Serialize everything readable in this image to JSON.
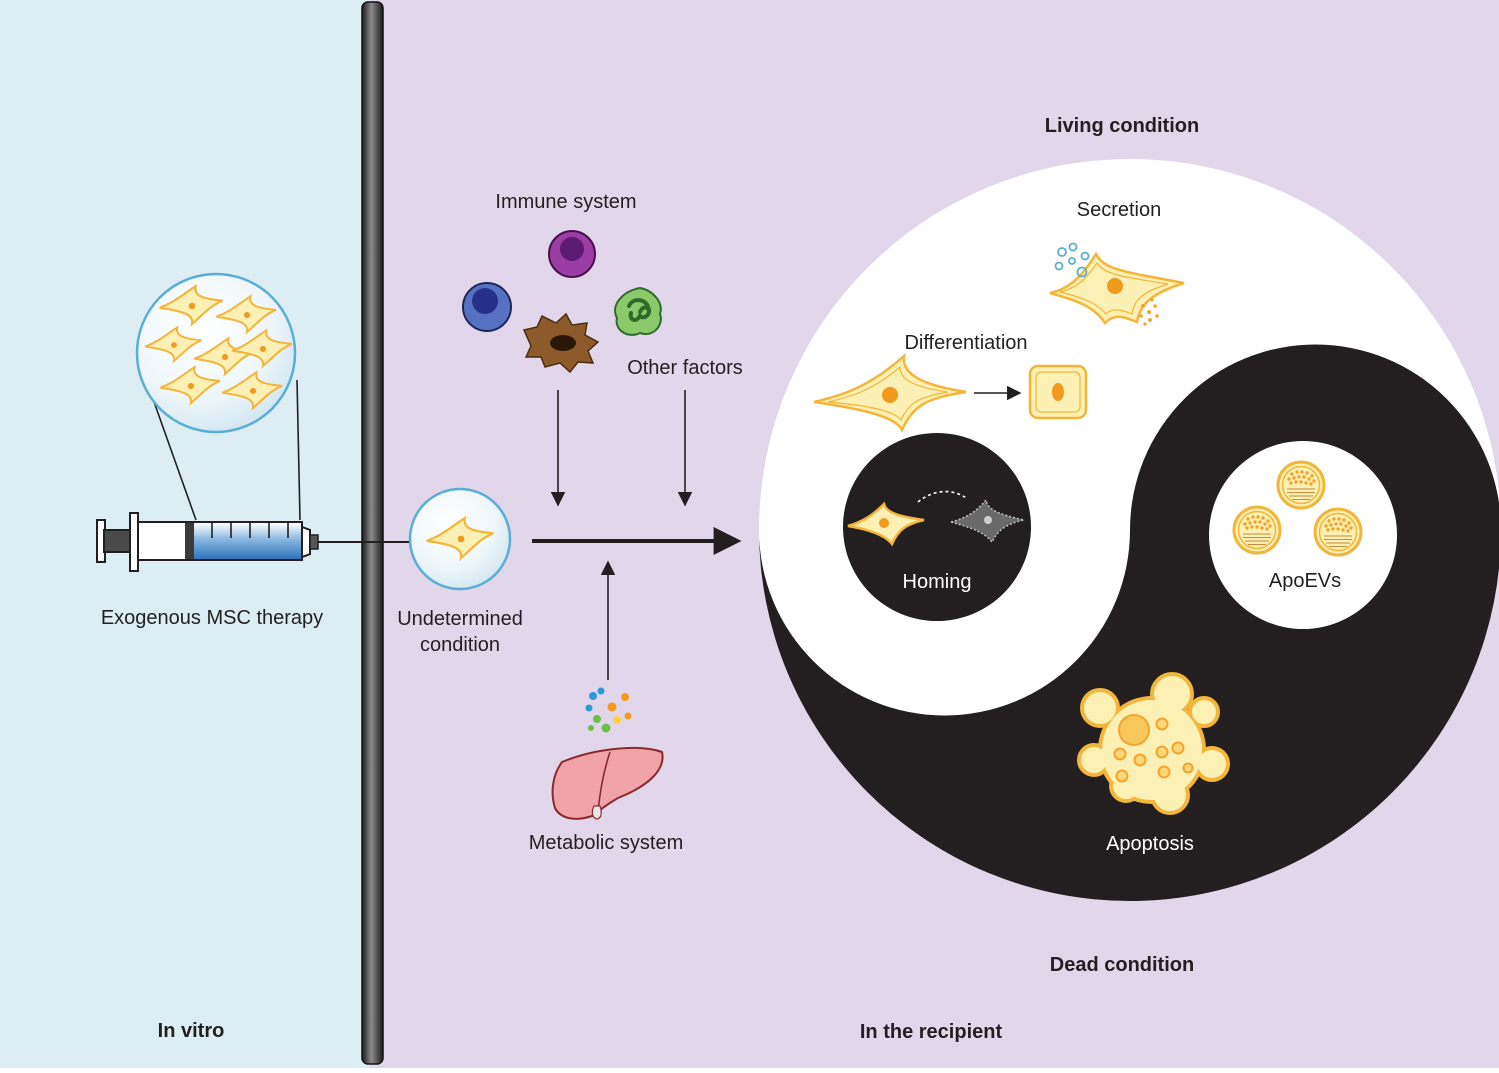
{
  "labels": {
    "in_vitro": "In vitro",
    "in_recipient": "In the recipient",
    "therapy": "Exogenous MSC therapy",
    "undetermined_line1": "Undetermined",
    "undetermined_line2": "condition",
    "immune": "Immune system",
    "other": "Other factors",
    "metabolic": "Metabolic system",
    "living": "Living condition",
    "dead": "Dead condition",
    "secretion": "Secretion",
    "differentiation": "Differentiation",
    "homing": "Homing",
    "apoevs": "ApoEVs",
    "apoptosis": "Apoptosis"
  },
  "colors": {
    "in_vitro_bg": "#dcedf4",
    "recipient_bg": "#e2d6ea",
    "cell_fill": "#fdf0b4",
    "cell_stroke": "#f3b53a",
    "nucleus": "#f29a1b",
    "yin": "#231f20",
    "yang": "#ffffff",
    "liver": "#ef8e93",
    "syringe_liquid": "#3d7fc0"
  }
}
